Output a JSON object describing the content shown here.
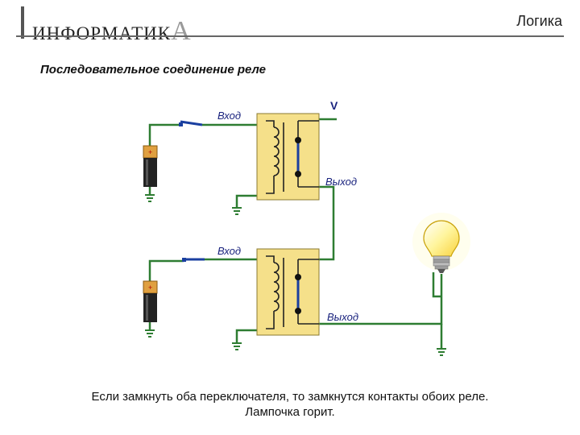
{
  "header": {
    "brand_text": "ИНФОРМАТИК",
    "brand_letter": "А",
    "section": "Логика"
  },
  "slide": {
    "title": "Последовательное соединение реле"
  },
  "diagram": {
    "labels": {
      "input_1": "Вход",
      "input_2": "Вход",
      "output_1": "Выход",
      "output_2": "Выход",
      "voltage": "V"
    },
    "colors": {
      "wire": "#2e7d32",
      "relay": "#f5e08a",
      "contact": "#1a3fa0",
      "switch": "#1a3fa0",
      "battery_body": "#222222",
      "battery_cap": "#e0a040",
      "bulb": "#fff176",
      "label": "#1a237e"
    }
  },
  "caption": {
    "line1": "Если замкнуть оба переключателя, то замкнутся контакты обоих реле.",
    "line2": "Лампочка горит."
  }
}
